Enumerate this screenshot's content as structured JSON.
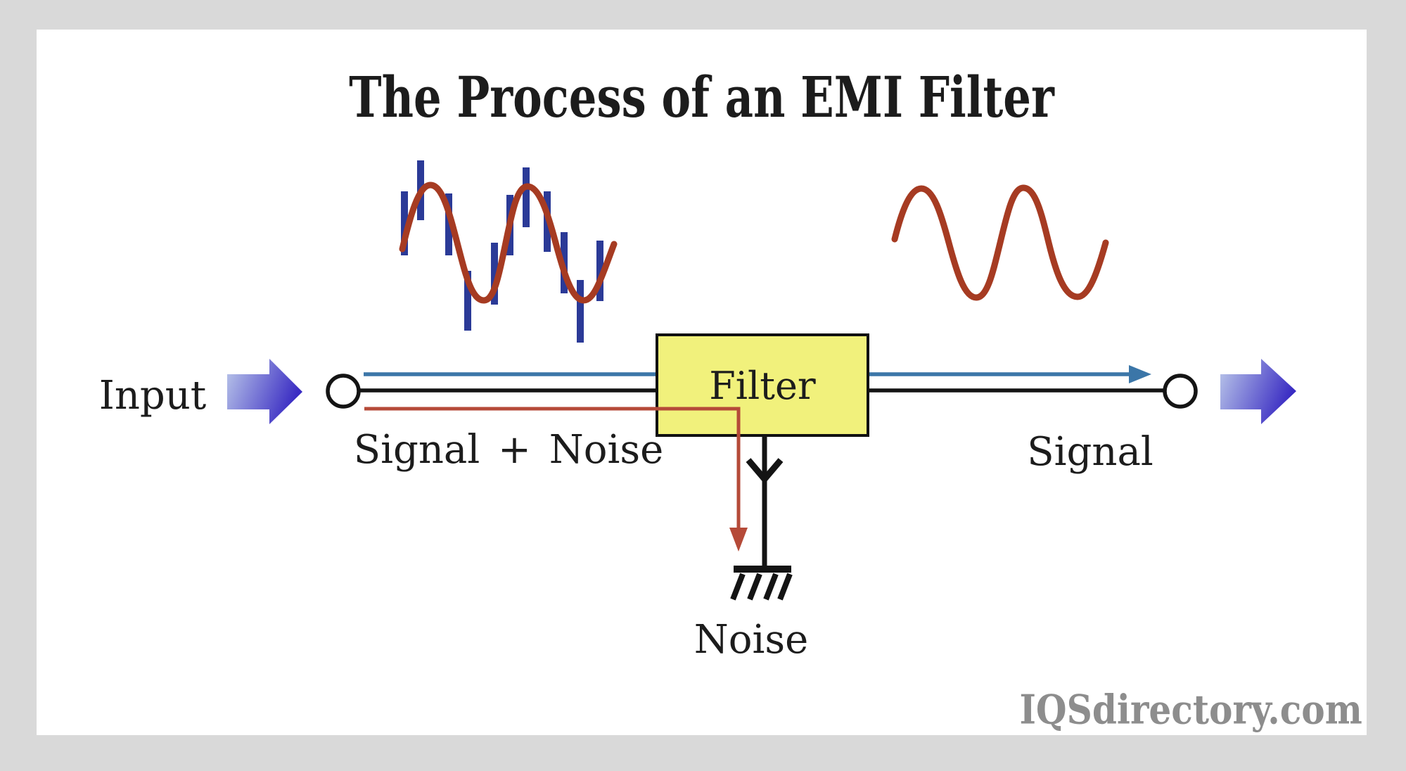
{
  "title": "The Process of an EMI Filter",
  "labels": {
    "input": "Input",
    "signal_plus_noise": "Signal + Noise",
    "filter": "Filter",
    "signal": "Signal",
    "noise": "Noise"
  },
  "watermark": "IQSdirectory.com",
  "icons": {
    "input_arrow": "right-arrow-gradient",
    "output_arrow": "right-arrow-gradient",
    "noisy_waveform": "sine-wave-with-noise-spikes",
    "clean_waveform": "clean-sine-wave",
    "ground": "earth-ground-symbol",
    "terminals": "open-circle-terminal"
  },
  "colors": {
    "frame_gray": "#d9d9d9",
    "panel_white": "#ffffff",
    "text_black": "#1c1c1c",
    "sine_red": "#a63b22",
    "noise_bar_blue": "#2b3a97",
    "line_blue": "#3b76a8",
    "line_black": "#141414",
    "line_red": "#b54a38",
    "filter_box_fill": "#f1f17c",
    "filter_box_border": "#111111",
    "arrow_gradient_start": "#bcc9ea",
    "arrow_gradient_end": "#3a2cc3",
    "watermark_gray": "#8d8d8d"
  }
}
